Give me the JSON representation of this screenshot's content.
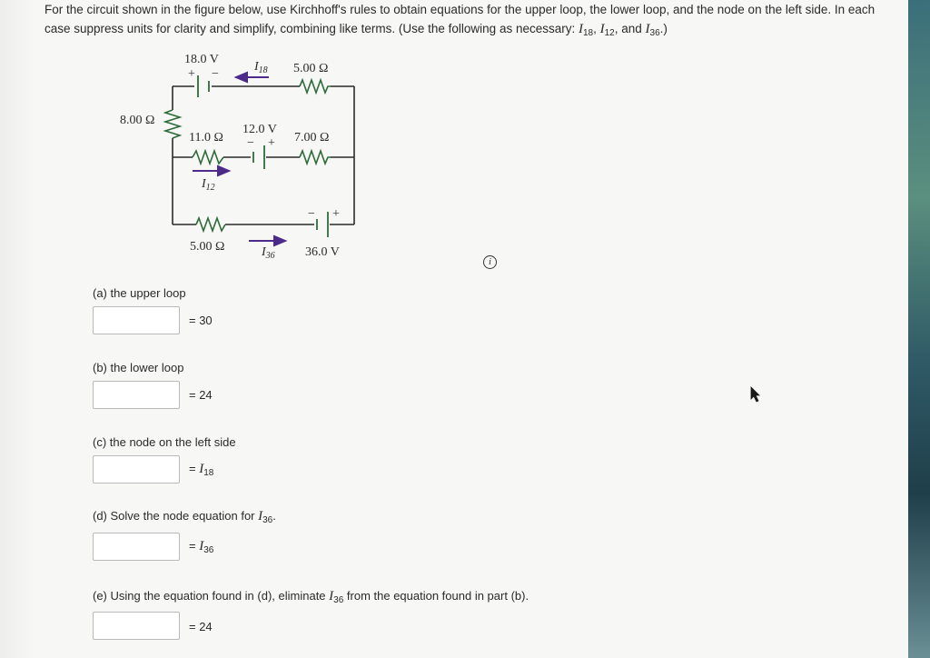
{
  "question": {
    "text_before": "For the circuit shown in the figure below, use Kirchhoff's rules to obtain equations for the upper loop, the lower loop, and the node on the left side. In each case suppress units for clarity and simplify, combining like terms. (Use the following as necessary: ",
    "var1": "I",
    "var1_sub": "18",
    "sep1": ", ",
    "var2": "I",
    "var2_sub": "12",
    "sep2": ", and ",
    "var3": "I",
    "var3_sub": "36",
    "text_after": ".)"
  },
  "circuit": {
    "emf_top": "18.0 V",
    "plus": "+",
    "minus": "−",
    "current_top": "I",
    "current_top_sub": "18",
    "r_top": "5.00 Ω",
    "r_left": "8.00 Ω",
    "r_mid_left": "11.0 Ω",
    "emf_mid": "12.0 V",
    "r_mid_right": "7.00 Ω",
    "current_mid": "I",
    "current_mid_sub": "12",
    "r_bottom": "5.00 Ω",
    "current_bottom": "I",
    "current_bottom_sub": "36",
    "emf_right": "36.0 V"
  },
  "parts": {
    "a": {
      "label": "(a) the upper loop",
      "rhs": "= 30"
    },
    "b": {
      "label": "(b) the lower loop",
      "rhs": "= 24"
    },
    "c": {
      "label": "(c) the node on the left side",
      "rhs_prefix": "= ",
      "rhs_var": "I",
      "rhs_sub": "18"
    },
    "d": {
      "label_prefix": "(d) Solve the node equation for ",
      "label_var": "I",
      "label_sub": "36",
      "label_suffix": ".",
      "rhs_prefix": "= ",
      "rhs_var": "I",
      "rhs_sub": "36"
    },
    "e": {
      "label_prefix": "(e) Using the equation found in (d), eliminate ",
      "label_var": "I",
      "label_sub": "36",
      "label_suffix": " from the equation found in part (b).",
      "rhs": "= 24"
    }
  },
  "icons": {
    "info": "info-icon",
    "cursor": "mouse-pointer-icon"
  },
  "info_glyph": "i",
  "colors": {
    "wire": "#2a2a2a",
    "battery": "#2e6b3a",
    "arrow": "#4b2a8a",
    "box_border": "#b9b9b9"
  }
}
